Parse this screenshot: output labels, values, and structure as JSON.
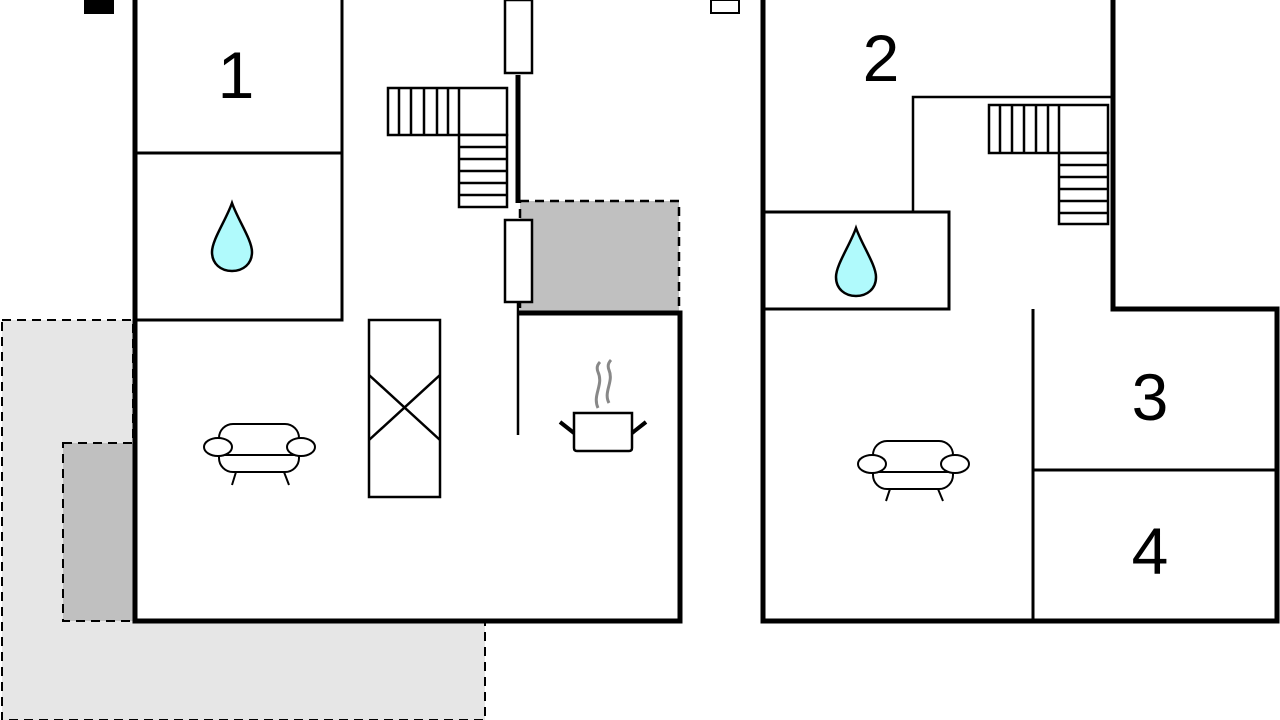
{
  "rooms": {
    "room1": "1",
    "room2": "2",
    "room3": "3",
    "room4": "4"
  },
  "icons": {
    "bathroom": "water-drop-icon",
    "living": "sofa-icon",
    "kitchen": "cooking-pot-icon",
    "stairs": "stairs-icon"
  },
  "colors": {
    "wall": "#000000",
    "water": "#b0fafc",
    "terrace": "#e6e6e6",
    "covered": "#c0c0c0",
    "steam": "#888888"
  }
}
